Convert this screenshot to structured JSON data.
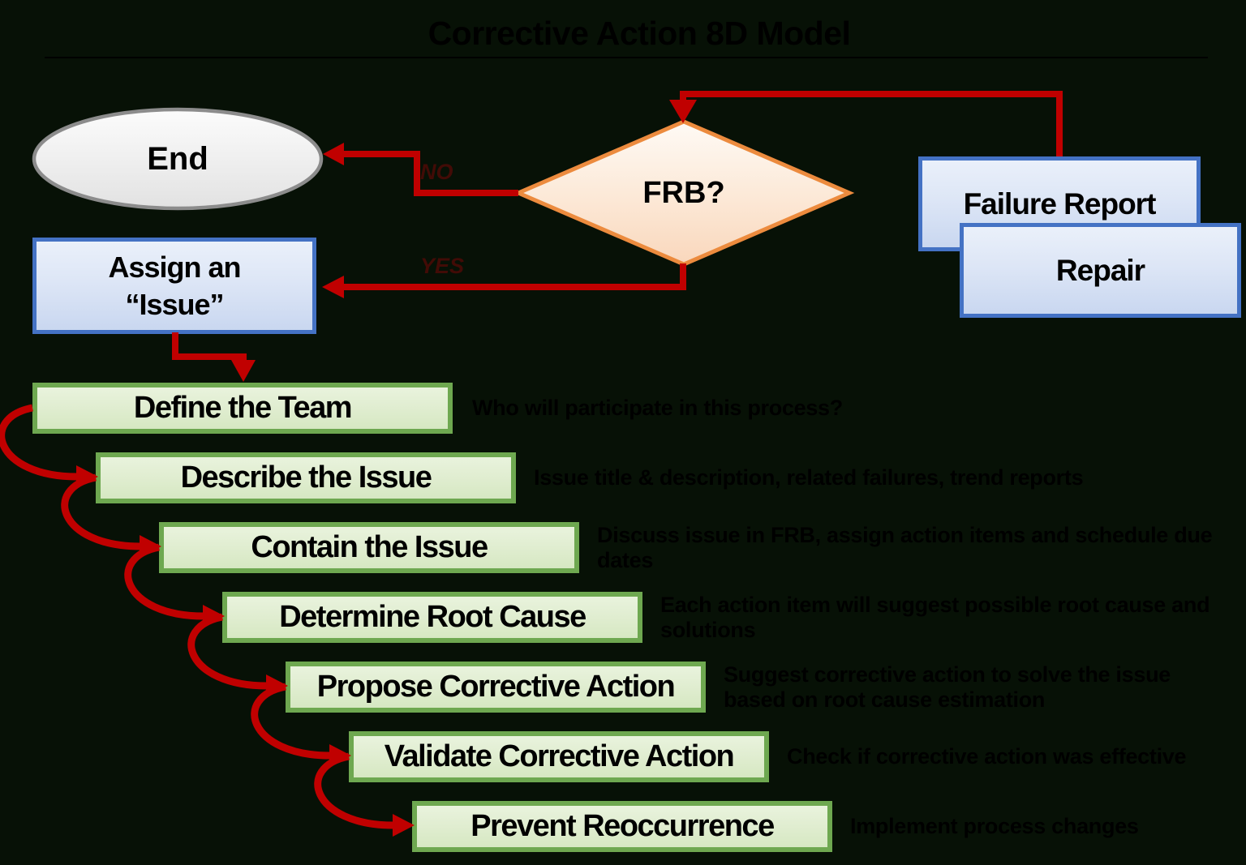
{
  "title": "Corrective Action 8D Model",
  "nodes": {
    "end": {
      "label": "End",
      "shape": "ellipse"
    },
    "frb": {
      "label": "FRB?",
      "shape": "diamond"
    },
    "failure_report": {
      "label": "Failure Report",
      "shape": "rectangle"
    },
    "repair": {
      "label": "Repair",
      "shape": "rectangle"
    },
    "assign_issue": {
      "label_line1": "Assign an",
      "label_line2": "“Issue”",
      "shape": "rectangle"
    }
  },
  "edges": {
    "no_label": "NO",
    "yes_label": "YES"
  },
  "steps": [
    {
      "label": "Define the Team",
      "description": "Who will participate in this process?"
    },
    {
      "label": "Describe the Issue",
      "description": "Issue title & description, related failures, trend reports"
    },
    {
      "label": "Contain the Issue",
      "description": "Discuss issue in FRB, assign action items and schedule due dates"
    },
    {
      "label": "Determine Root Cause",
      "description": "Each action item will suggest possible root cause and solutions"
    },
    {
      "label": "Propose Corrective Action",
      "description": "Suggest corrective action to solve the issue based on root cause estimation"
    },
    {
      "label": "Validate Corrective Action",
      "description": "Check if corrective action was effective"
    },
    {
      "label": "Prevent Reoccurrence",
      "description": "Implement process changes"
    }
  ],
  "colors": {
    "background": "#071106",
    "arrow_red": "#C00000",
    "edge_label_red": "#420B06",
    "green_border": "#6EA850",
    "blue_border": "#4472C4",
    "diamond_border": "#EC8B3E",
    "ellipse_border": "#8C8C8C",
    "text": "#000000"
  }
}
